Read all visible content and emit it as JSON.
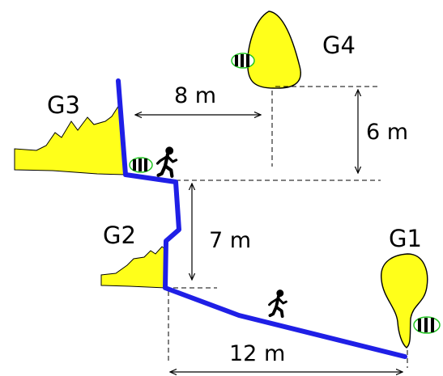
{
  "colors": {
    "path": "#1f1fe6",
    "rock": "#ffff1a",
    "outline": "#000000",
    "runner": "#000000",
    "guide_lines": "#000000",
    "creature_stripes": "#000000",
    "creature_rim": "#22c522"
  },
  "groups": {
    "g1": "G1",
    "g2": "G2",
    "g3": "G3",
    "g4": "G4"
  },
  "dimensions": {
    "horizontal_top": "8 m",
    "vertical_right": "6 m",
    "vertical_middle": "7 m",
    "horizontal_bottom": "12 m"
  },
  "icons": {
    "runner_upper": "running-person-icon",
    "runner_lower": "running-person-icon",
    "creature_g3": "striped-creature-icon",
    "creature_g4": "striped-creature-icon",
    "creature_g1": "striped-creature-icon"
  }
}
